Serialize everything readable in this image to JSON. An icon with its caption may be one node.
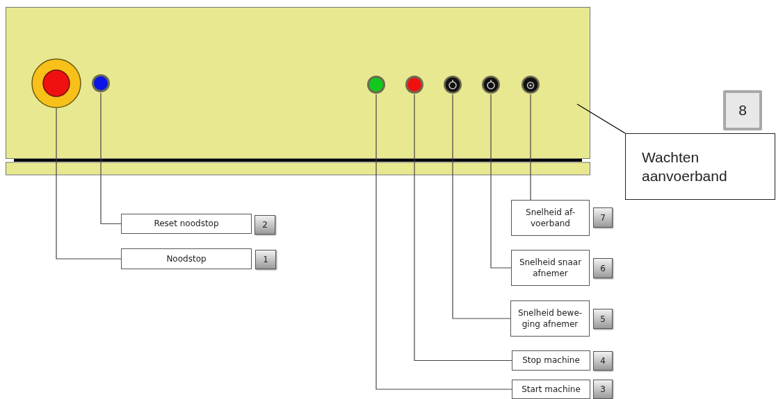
{
  "diagram": {
    "nodes": [
      {
        "text": [],
        "shape": "box"
      },
      {
        "text": [],
        "shape": "circle",
        "in": 0
      },
      {
        "text": [],
        "shape": "circle",
        "in": 0
      },
      {
        "text": [],
        "shape": "circle",
        "in": 0
      },
      {
        "text": [],
        "shape": "circle",
        "in": 0
      },
      {
        "text": [],
        "shape": "circle",
        "in": 0
      },
      {
        "text": [],
        "shape": "circle",
        "in": 0
      },
      {
        "text": [],
        "shape": "circle",
        "in": 0
      },
      {
        "text": [
          "Wachten aanvoerband"
        ],
        "beside": [
          "8"
        ]
      },
      {
        "text": [
          "Snelheid af- voerband"
        ],
        "beside": [
          "7"
        ]
      },
      {
        "text": [
          "Reset noodstop"
        ],
        "beside": [
          "2"
        ]
      },
      {
        "text": [
          "Snelheid snaar afnemer"
        ],
        "beside": [
          "6"
        ]
      },
      {
        "text": [
          "Noodstop"
        ],
        "beside": [
          "1"
        ]
      },
      {
        "text": [
          "Snelheid bewe- ging afnemer"
        ],
        "beside": [
          "5"
        ]
      },
      {
        "text": [
          "Stop machine"
        ],
        "beside": [
          "4"
        ]
      },
      {
        "text": [
          "Start machine"
        ],
        "beside": [
          "3"
        ]
      }
    ],
    "edges": [
      {
        "from": 12,
        "to": 1,
        "arrow": "none"
      },
      {
        "from": 10,
        "to": 2,
        "arrow": "none"
      },
      {
        "from": 15,
        "to": 3,
        "arrow": "none"
      },
      {
        "from": 14,
        "to": 4,
        "arrow": "none"
      },
      {
        "from": 13,
        "to": 5,
        "arrow": "none"
      },
      {
        "from": 11,
        "to": 6,
        "arrow": "none"
      },
      {
        "from": 9,
        "to": 7,
        "arrow": "none"
      },
      {
        "from": 8,
        "to": 0,
        "arrow": "none"
      }
    ]
  }
}
